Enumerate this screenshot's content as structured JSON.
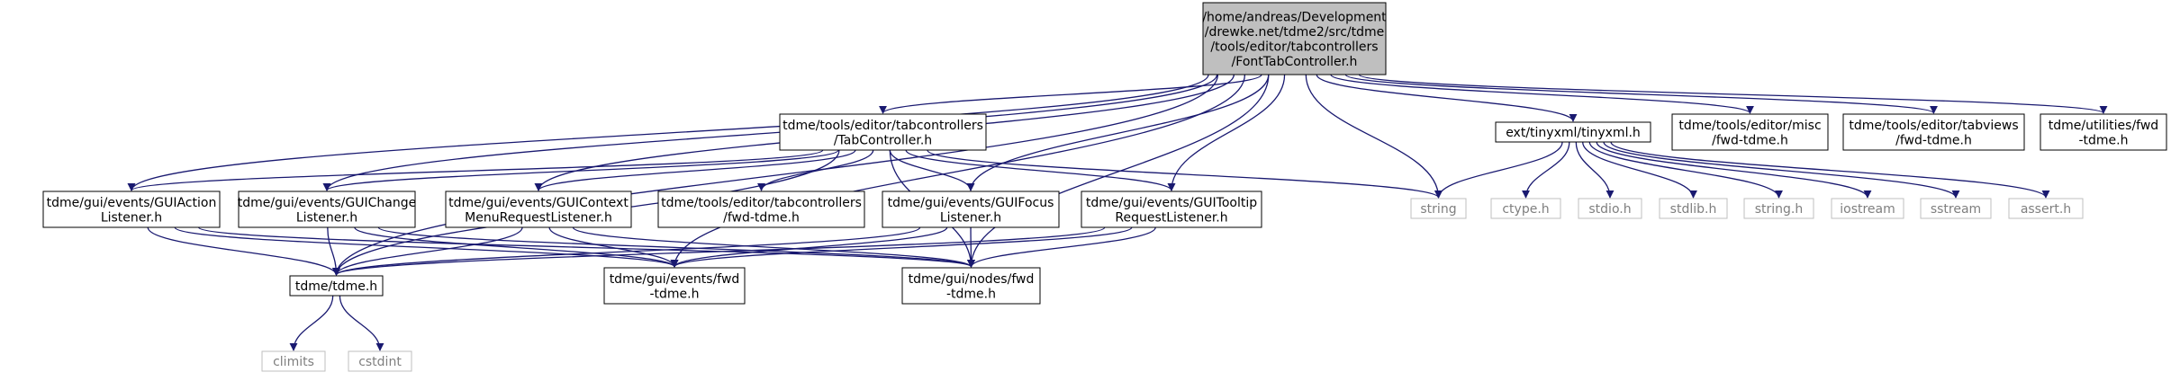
{
  "colors": {
    "edge": "#191970",
    "node_border": "#000000",
    "external_border": "#bfbfbf",
    "external_text": "#7f7f7f",
    "root_fill": "#bfbfbf",
    "node_fill": "#ffffff"
  },
  "nodes": [
    {
      "id": "root",
      "kind": "root",
      "lines": [
        "/home/andreas/Development",
        "/drewke.net/tdme2/src/tdme",
        "/tools/editor/tabcontrollers",
        "/FontTabController.h"
      ]
    },
    {
      "id": "tabcontroller",
      "kind": "internal",
      "lines": [
        "tdme/tools/editor/tabcontrollers",
        "/TabController.h"
      ]
    },
    {
      "id": "tinyxml",
      "kind": "internal",
      "lines": [
        "ext/tinyxml/tinyxml.h"
      ]
    },
    {
      "id": "misc_fwd",
      "kind": "internal",
      "lines": [
        "tdme/tools/editor/misc",
        "/fwd-tdme.h"
      ]
    },
    {
      "id": "tabviews_fwd",
      "kind": "internal",
      "lines": [
        "tdme/tools/editor/tabviews",
        "/fwd-tdme.h"
      ]
    },
    {
      "id": "utilities_fwd",
      "kind": "internal",
      "lines": [
        "tdme/utilities/fwd",
        "-tdme.h"
      ]
    },
    {
      "id": "guiaction",
      "kind": "internal",
      "lines": [
        "tdme/gui/events/GUIAction",
        "Listener.h"
      ]
    },
    {
      "id": "guichange",
      "kind": "internal",
      "lines": [
        "tdme/gui/events/GUIChange",
        "Listener.h"
      ]
    },
    {
      "id": "guicontext",
      "kind": "internal",
      "lines": [
        "tdme/gui/events/GUIContext",
        "MenuRequestListener.h"
      ]
    },
    {
      "id": "tabcontrollers_fwd",
      "kind": "internal",
      "lines": [
        "tdme/tools/editor/tabcontrollers",
        "/fwd-tdme.h"
      ]
    },
    {
      "id": "guifocus",
      "kind": "internal",
      "lines": [
        "tdme/gui/events/GUIFocus",
        "Listener.h"
      ]
    },
    {
      "id": "guitooltip",
      "kind": "internal",
      "lines": [
        "tdme/gui/events/GUITooltip",
        "RequestListener.h"
      ]
    },
    {
      "id": "string",
      "kind": "external",
      "lines": [
        "string"
      ]
    },
    {
      "id": "ctype",
      "kind": "external",
      "lines": [
        "ctype.h"
      ]
    },
    {
      "id": "stdio",
      "kind": "external",
      "lines": [
        "stdio.h"
      ]
    },
    {
      "id": "stdlib",
      "kind": "external",
      "lines": [
        "stdlib.h"
      ]
    },
    {
      "id": "stringh",
      "kind": "external",
      "lines": [
        "string.h"
      ]
    },
    {
      "id": "iostream",
      "kind": "external",
      "lines": [
        "iostream"
      ]
    },
    {
      "id": "sstream",
      "kind": "external",
      "lines": [
        "sstream"
      ]
    },
    {
      "id": "assert",
      "kind": "external",
      "lines": [
        "assert.h"
      ]
    },
    {
      "id": "tdmeh",
      "kind": "internal",
      "lines": [
        "tdme/tdme.h"
      ]
    },
    {
      "id": "events_fwd",
      "kind": "internal",
      "lines": [
        "tdme/gui/events/fwd",
        "-tdme.h"
      ]
    },
    {
      "id": "nodes_fwd",
      "kind": "internal",
      "lines": [
        "tdme/gui/nodes/fwd",
        "-tdme.h"
      ]
    },
    {
      "id": "climits",
      "kind": "external",
      "lines": [
        "climits"
      ]
    },
    {
      "id": "cstdint",
      "kind": "external",
      "lines": [
        "cstdint"
      ]
    }
  ],
  "edges": [
    [
      "root",
      "tabcontroller"
    ],
    [
      "root",
      "tinyxml"
    ],
    [
      "root",
      "misc_fwd"
    ],
    [
      "root",
      "tabviews_fwd"
    ],
    [
      "root",
      "utilities_fwd"
    ],
    [
      "root",
      "guiaction"
    ],
    [
      "root",
      "guichange"
    ],
    [
      "root",
      "guicontext"
    ],
    [
      "root",
      "guifocus"
    ],
    [
      "root",
      "guitooltip"
    ],
    [
      "root",
      "string"
    ],
    [
      "root",
      "tdmeh"
    ],
    [
      "root",
      "events_fwd"
    ],
    [
      "root",
      "nodes_fwd"
    ],
    [
      "tabcontroller",
      "guiaction"
    ],
    [
      "tabcontroller",
      "guichange"
    ],
    [
      "tabcontroller",
      "guicontext"
    ],
    [
      "tabcontroller",
      "tabcontrollers_fwd"
    ],
    [
      "tabcontroller",
      "guifocus"
    ],
    [
      "tabcontroller",
      "guitooltip"
    ],
    [
      "tabcontroller",
      "string"
    ],
    [
      "tabcontroller",
      "tdmeh"
    ],
    [
      "tabcontroller",
      "nodes_fwd"
    ],
    [
      "tinyxml",
      "string"
    ],
    [
      "tinyxml",
      "ctype"
    ],
    [
      "tinyxml",
      "stdio"
    ],
    [
      "tinyxml",
      "stdlib"
    ],
    [
      "tinyxml",
      "stringh"
    ],
    [
      "tinyxml",
      "iostream"
    ],
    [
      "tinyxml",
      "sstream"
    ],
    [
      "tinyxml",
      "assert"
    ],
    [
      "guiaction",
      "tdmeh"
    ],
    [
      "guiaction",
      "events_fwd"
    ],
    [
      "guiaction",
      "nodes_fwd"
    ],
    [
      "guichange",
      "tdmeh"
    ],
    [
      "guichange",
      "events_fwd"
    ],
    [
      "guichange",
      "nodes_fwd"
    ],
    [
      "guicontext",
      "tdmeh"
    ],
    [
      "guicontext",
      "events_fwd"
    ],
    [
      "guicontext",
      "nodes_fwd"
    ],
    [
      "guifocus",
      "tdmeh"
    ],
    [
      "guifocus",
      "events_fwd"
    ],
    [
      "guifocus",
      "nodes_fwd"
    ],
    [
      "guitooltip",
      "tdmeh"
    ],
    [
      "guitooltip",
      "events_fwd"
    ],
    [
      "guitooltip",
      "nodes_fwd"
    ],
    [
      "tdmeh",
      "climits"
    ],
    [
      "tdmeh",
      "cstdint"
    ]
  ]
}
